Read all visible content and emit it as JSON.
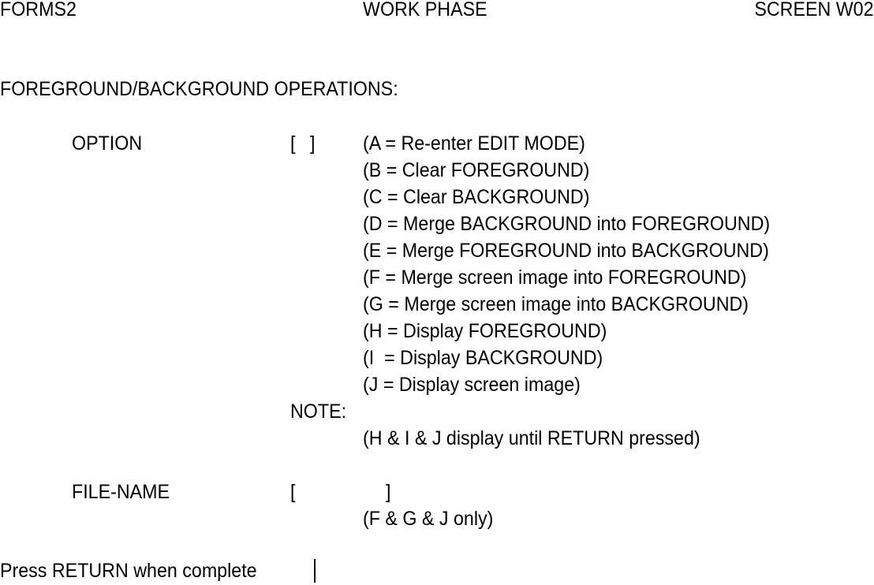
{
  "header": {
    "left": "FORMS2",
    "center": "WORK PHASE",
    "right": "SCREEN W02"
  },
  "section_title": "FOREGROUND/BACKGROUND OPERATIONS:",
  "option": {
    "label": "OPTION",
    "value": "",
    "bracket_open": "[",
    "bracket_close": "]",
    "choices": [
      "(A = Re-enter EDIT MODE)",
      "(B = Clear FOREGROUND)",
      "(C = Clear BACKGROUND)",
      "(D = Merge BACKGROUND into FOREGROUND)",
      "(E = Merge FOREGROUND into BACKGROUND)",
      "(F = Merge screen image into FOREGROUND)",
      "(G = Merge screen image into BACKGROUND)",
      "(H = Display FOREGROUND)",
      "(I  = Display BACKGROUND)",
      "(J = Display screen image)"
    ]
  },
  "note": {
    "label": "NOTE:",
    "text": "(H & I & J display until RETURN pressed)"
  },
  "file_name": {
    "label": "FILE-NAME",
    "value": "",
    "bracket_open": "[",
    "bracket_close": "]",
    "hint": "(F & G & J only)"
  },
  "prompt": "Press RETURN when complete"
}
